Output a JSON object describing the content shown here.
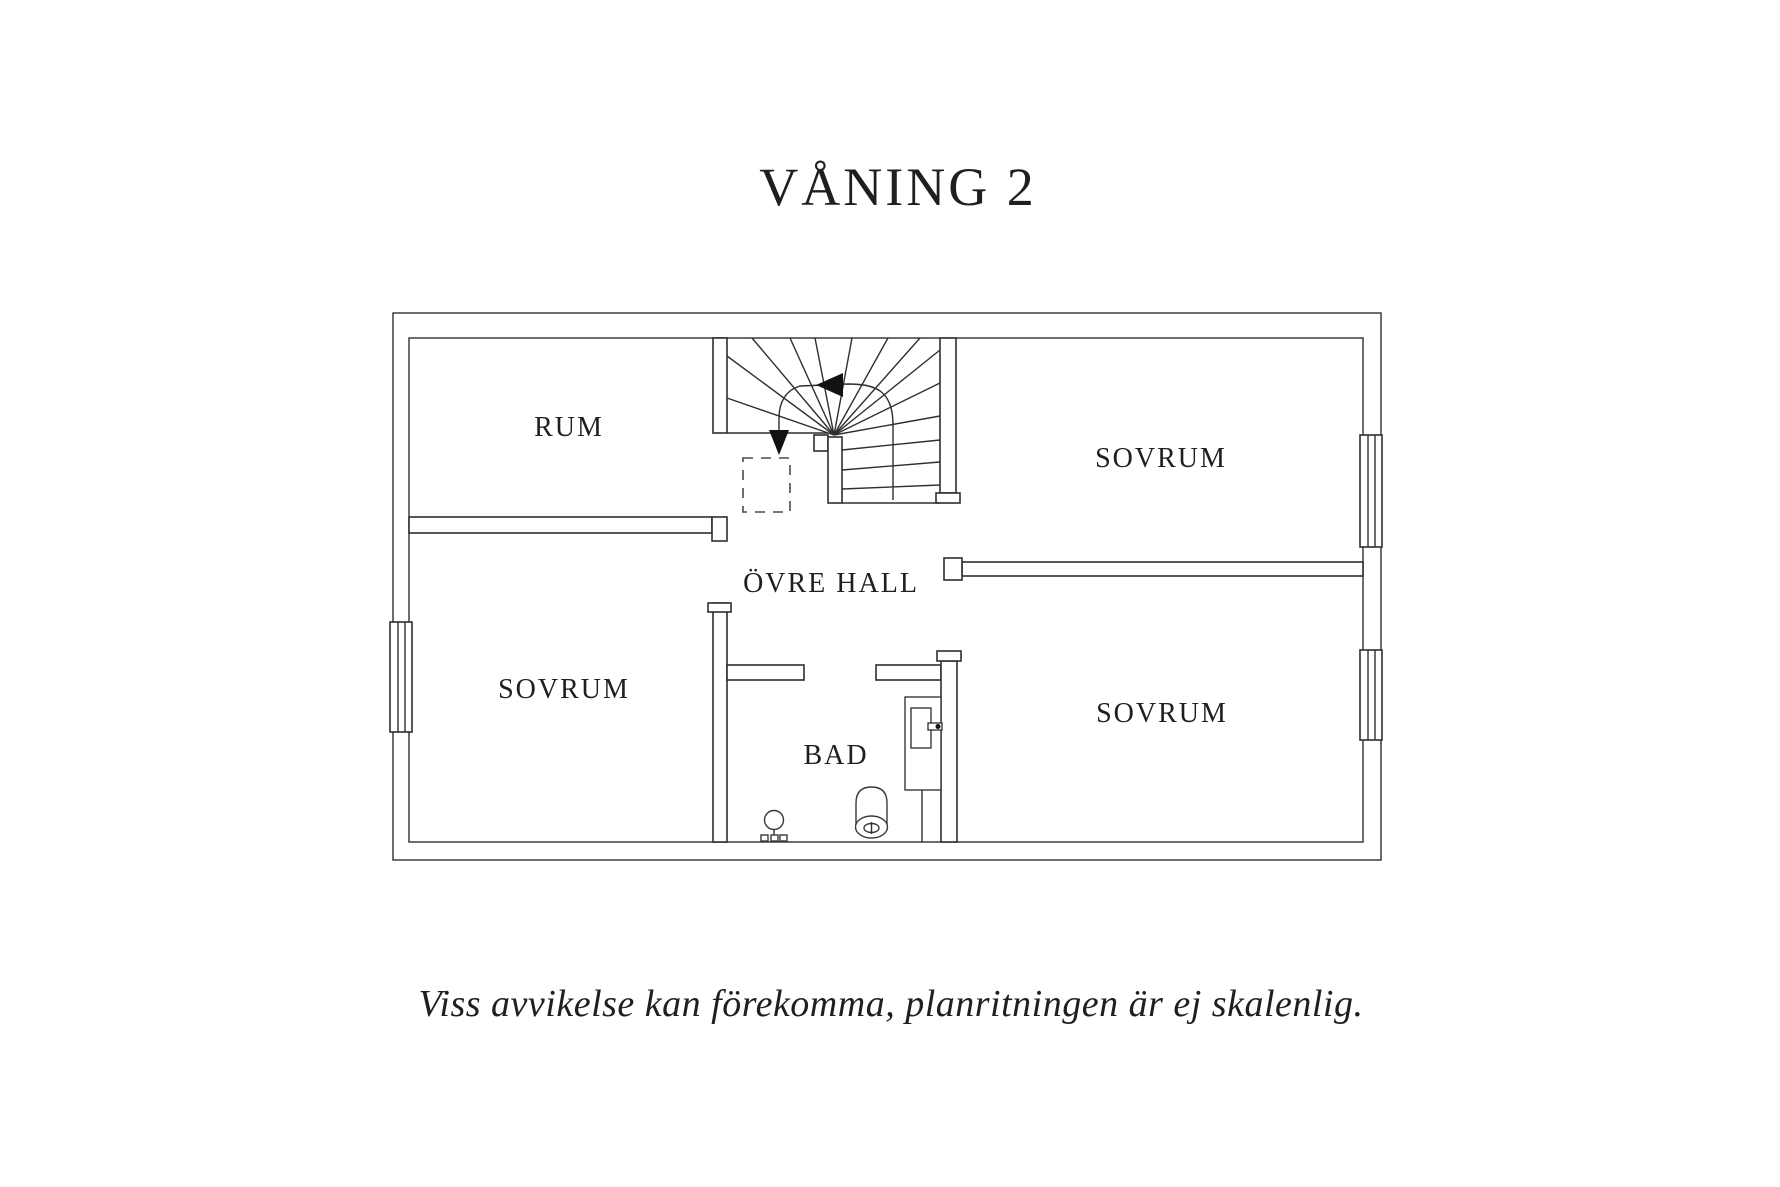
{
  "title": "VÅNING 2",
  "caption": "Viss avvikelse kan förekomma, planritningen är ej skalenlig.",
  "floorplan": {
    "rooms": [
      {
        "id": "rum",
        "label": "RUM"
      },
      {
        "id": "sovrum-top-right",
        "label": "SOVRUM"
      },
      {
        "id": "ovre-hall",
        "label": "ÖVRE HALL"
      },
      {
        "id": "sovrum-bottom-left",
        "label": "SOVRUM"
      },
      {
        "id": "sovrum-bottom-right",
        "label": "SOVRUM"
      },
      {
        "id": "bad",
        "label": "BAD"
      }
    ],
    "features": [
      "staircase",
      "windows",
      "toilet",
      "sink",
      "cabinet"
    ]
  },
  "colors": {
    "background": "#ffffff",
    "line": "#2f2f2f",
    "text": "#1f1f1f",
    "arrow": "#111111"
  }
}
